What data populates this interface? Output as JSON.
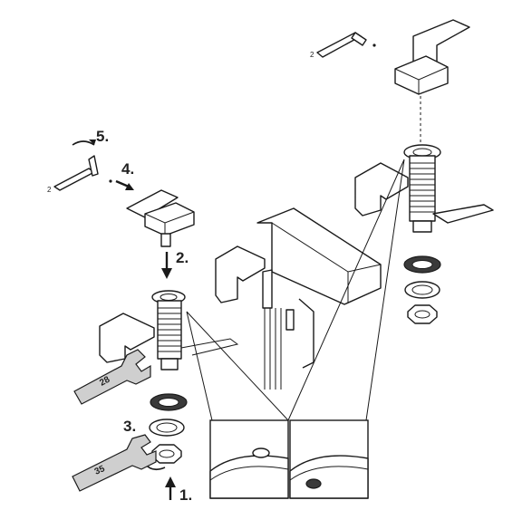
{
  "steps": {
    "step1": "1.",
    "step2": "2.",
    "step3": "3.",
    "step4": "4.",
    "step5": "5."
  },
  "wrenches": {
    "upper_size": "28",
    "lower_size": "35"
  },
  "hex_keys": {
    "left_size": "2",
    "right_size": "2"
  },
  "colors": {
    "line": "#1a1a1a",
    "fill_light": "#ffffff",
    "fill_grey": "#cfcfcf",
    "fill_dark": "#3a3a3a"
  }
}
